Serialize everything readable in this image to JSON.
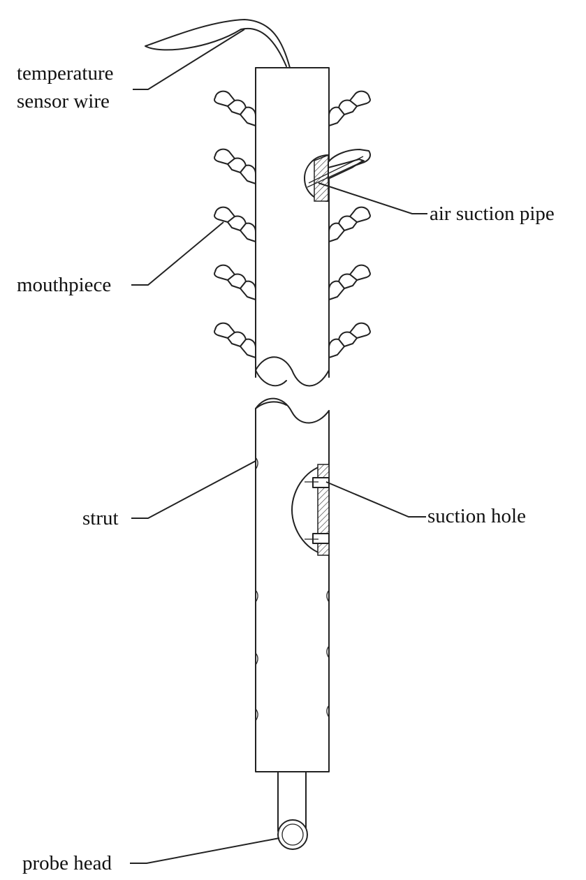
{
  "labels": {
    "temperature_sensor_wire_line1": "temperature",
    "temperature_sensor_wire_line2": "sensor wire",
    "air_suction_pipe": "air suction pipe",
    "mouthpiece": "mouthpiece",
    "strut": "strut",
    "suction_hole": "suction hole",
    "probe_head": "probe head"
  },
  "colors": {
    "line": "#222222",
    "background": "#ffffff"
  }
}
